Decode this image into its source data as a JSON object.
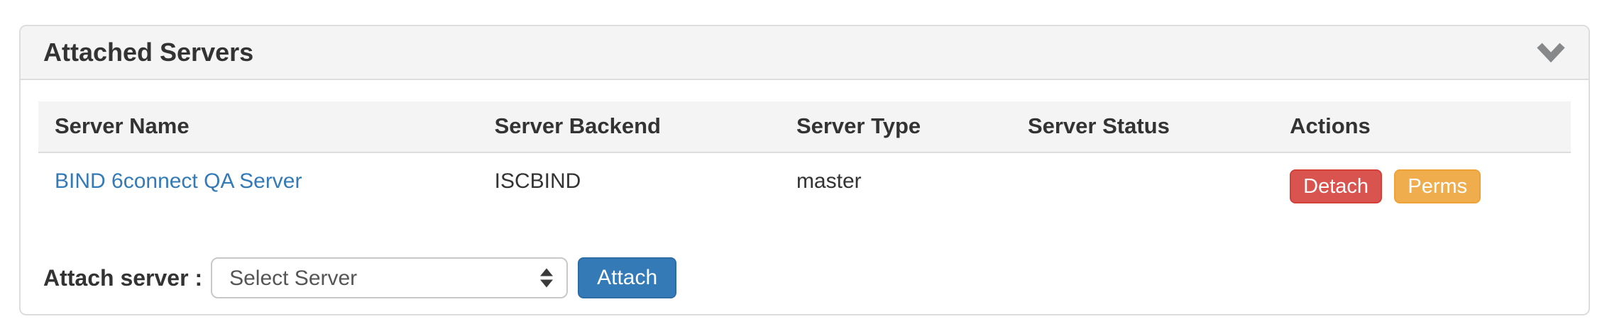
{
  "panel": {
    "title": "Attached Servers"
  },
  "table": {
    "headers": [
      "Server Name",
      "Server Backend",
      "Server Type",
      "Server Status",
      "Actions"
    ],
    "rows": [
      {
        "server_name": "BIND 6connect QA Server",
        "server_backend": "ISCBIND",
        "server_type": "master",
        "server_status": "",
        "actions": [
          {
            "label": "Detach"
          },
          {
            "label": "Perms"
          }
        ]
      }
    ]
  },
  "attach_form": {
    "label": "Attach server :",
    "select_value": "Select Server",
    "button_label": "Attach"
  },
  "colors": {
    "primary": "#337ab7",
    "danger": "#d9534f",
    "warning": "#f0ad4e",
    "link": "#337ab7",
    "panel-border": "#dddddd",
    "header-bg": "#f4f4f4"
  }
}
